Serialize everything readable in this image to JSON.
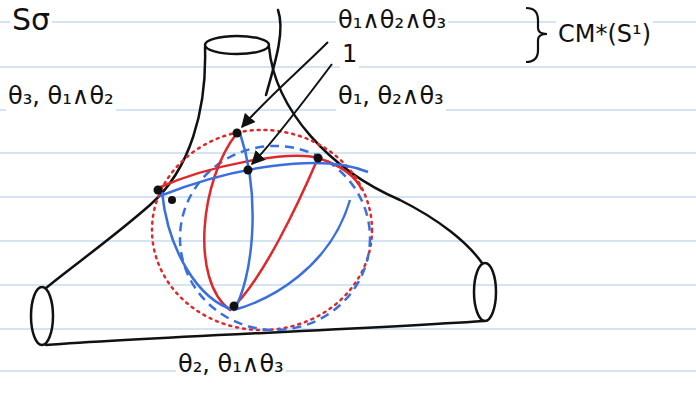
{
  "diagram": {
    "labels": [
      "Sσ",
      "θ₁∧θ₂∧θ₃",
      "CM*(S¹)",
      "1",
      "θ₁, θ₂∧θ₃",
      "θ₃, θ₁∧θ₂",
      "θ₂, θ₁∧θ₃"
    ]
  }
}
